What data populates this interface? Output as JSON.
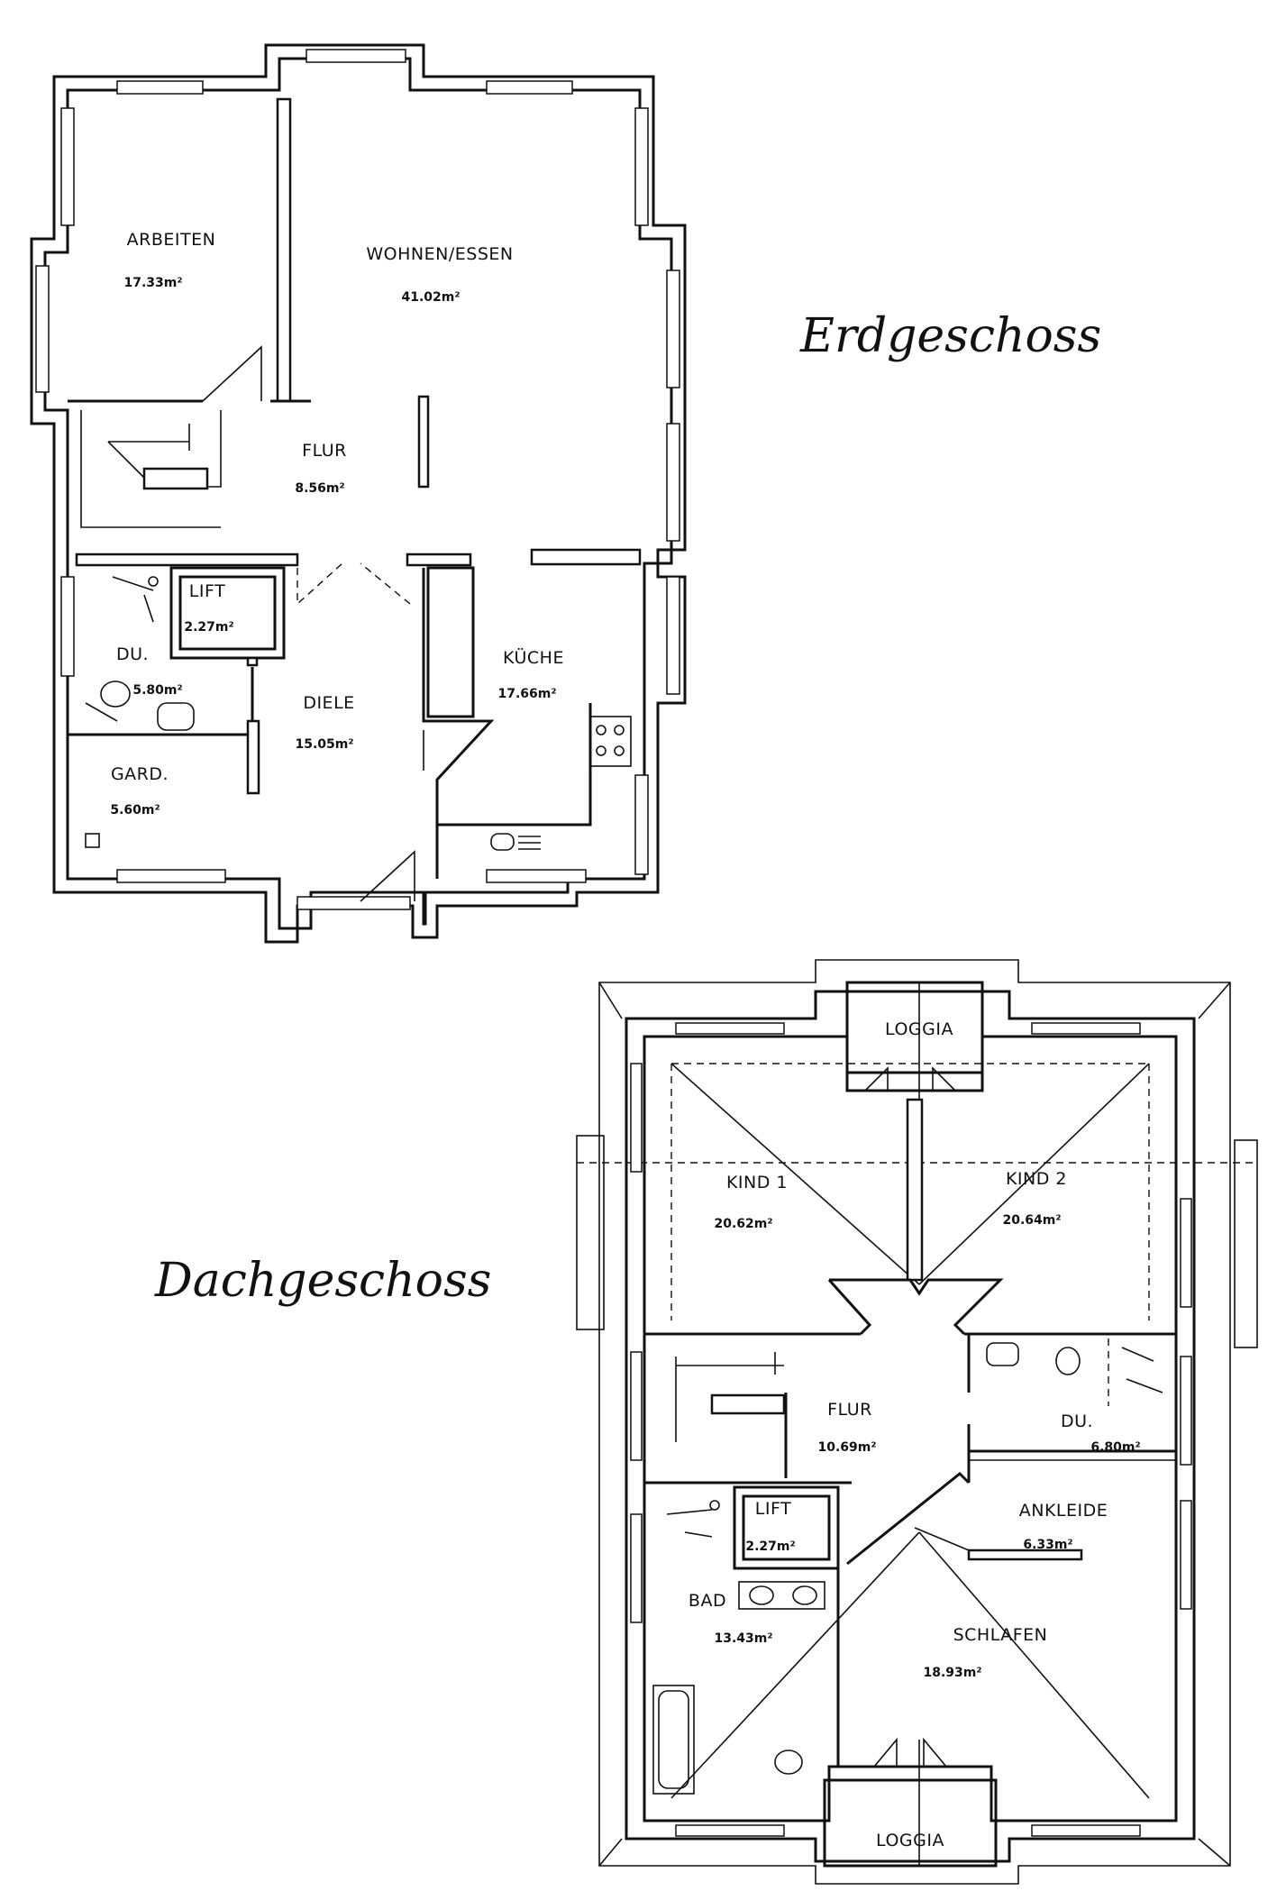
{
  "floors": {
    "ground": {
      "title": "Erdgeschoss",
      "rooms": {
        "arbeiten": {
          "name": "ARBEITEN",
          "area": "17.33m²"
        },
        "wohnen": {
          "name": "WOHNEN/ESSEN",
          "area": "41.02m²"
        },
        "flur": {
          "name": "FLUR",
          "area": "8.56m²"
        },
        "lift": {
          "name": "LIFT",
          "area": "2.27m²"
        },
        "du": {
          "name": "DU.",
          "area": "5.80m²"
        },
        "diele": {
          "name": "DIELE",
          "area": "15.05m²"
        },
        "kueche": {
          "name": "KÜCHE",
          "area": "17.66m²"
        },
        "gard": {
          "name": "GARD.",
          "area": "5.60m²"
        }
      }
    },
    "upper": {
      "title": "Dachgeschoss",
      "rooms": {
        "loggia_top": {
          "name": "LOGGIA"
        },
        "kind1": {
          "name": "KIND 1",
          "area": "20.62m²"
        },
        "kind2": {
          "name": "KIND 2",
          "area": "20.64m²"
        },
        "flur": {
          "name": "FLUR",
          "area": "10.69m²"
        },
        "du": {
          "name": "DU.",
          "area": "6.80m²"
        },
        "lift": {
          "name": "LIFT",
          "area": "2.27m²"
        },
        "ankleide": {
          "name": "ANKLEIDE",
          "area": "6.33m²"
        },
        "bad": {
          "name": "BAD",
          "area": "13.43m²"
        },
        "schlafen": {
          "name": "SCHLAFEN",
          "area": "18.93m²"
        },
        "loggia_bottom": {
          "name": "LOGGIA"
        }
      }
    }
  }
}
